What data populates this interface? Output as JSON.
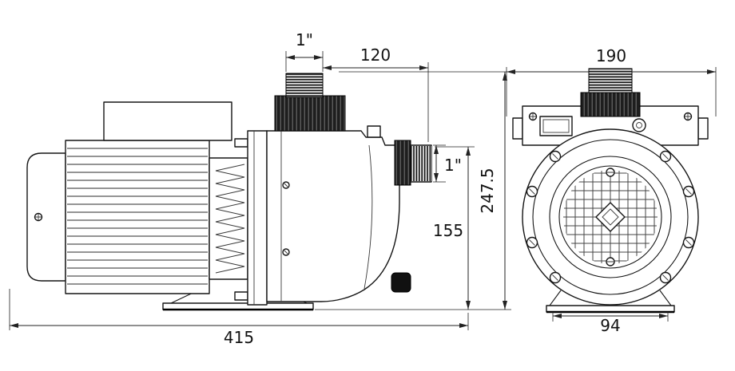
{
  "drawing": {
    "title": "pump-dimensional-drawing",
    "dimensions": {
      "top_port_size": "1\"",
      "port_offset": "120",
      "side_port_size": "1\"",
      "port_height": "155",
      "overall_height": "247.5",
      "overall_width": "190",
      "foot_spacing": "94",
      "overall_length": "415"
    }
  }
}
